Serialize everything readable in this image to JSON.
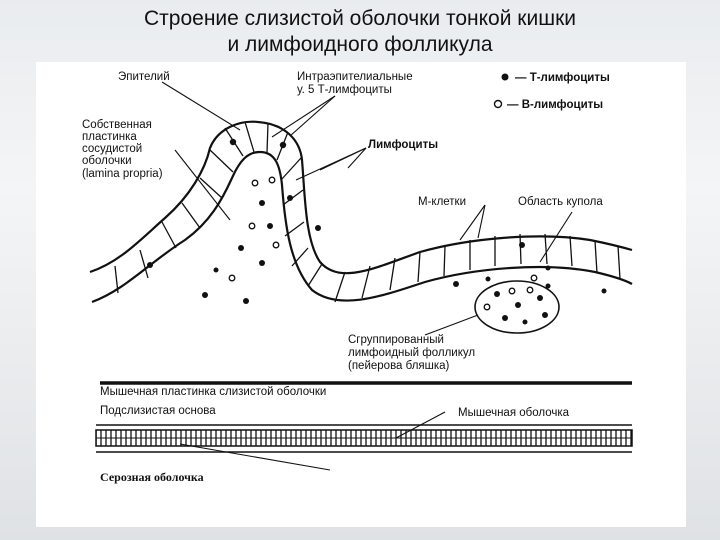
{
  "title": {
    "line1": "Строение слизистой оболочки тонкой кишки",
    "line2": "и лимфоидного фолликула"
  },
  "labels": {
    "epithelium": "Эпителий",
    "intraepithelial_1": "Интраэпителиальные",
    "intraepithelial_2": "у. 5 Т-лимфоциты",
    "legend_t": "— Т-лимфоциты",
    "legend_b": "— В-лимфоциты",
    "lamina_1": "Собственная",
    "lamina_2": "пластинка",
    "lamina_3": "сосудистой",
    "lamina_4": "оболочки",
    "lamina_5": "(lamina propria)",
    "lymphocytes": "Лимфоциты",
    "m_cells": "М-клетки",
    "dome_area": "Область купола",
    "follicle_1": "Сгруппированный",
    "follicle_2": "лимфоидный фолликул",
    "follicle_3": "(пейерова бляшка)",
    "muscularis_mucosae": "Мышечная пластинка слизистой оболочки",
    "submucosa": "Подслизистая основа",
    "muscular_coat": "Мышечная оболочка",
    "serosa": "Серозная оболочка"
  },
  "colors": {
    "ink": "#111111",
    "figure_bg": "#ffffff"
  }
}
